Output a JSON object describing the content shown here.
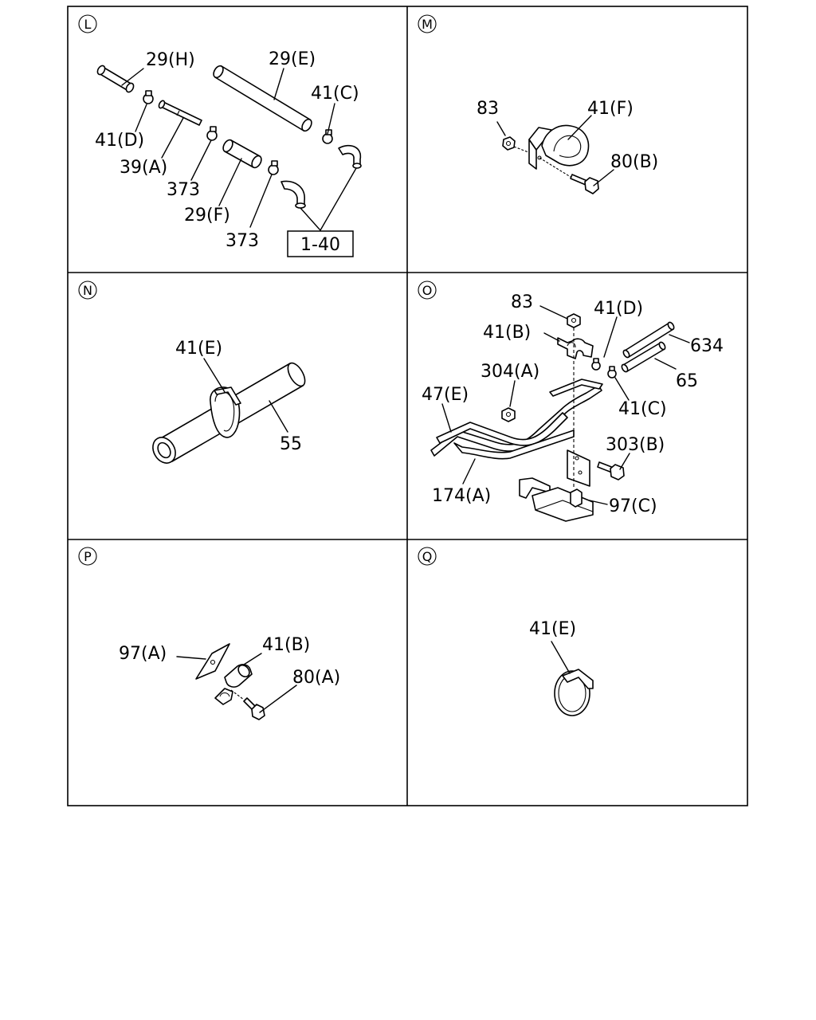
{
  "panels": [
    {
      "letter": "L",
      "labels": [
        "29(H)",
        "29(E)",
        "41(C)",
        "41(D)",
        "39(A)",
        "373",
        "29(F)",
        "373"
      ],
      "ref_box": "1-40"
    },
    {
      "letter": "M",
      "labels": [
        "83",
        "41(F)",
        "80(B)"
      ]
    },
    {
      "letter": "N",
      "labels": [
        "41(E)",
        "55"
      ]
    },
    {
      "letter": "O",
      "labels": [
        "83",
        "41(D)",
        "41(B)",
        "634",
        "304(A)",
        "65",
        "47(E)",
        "41(C)",
        "303(B)",
        "174(A)",
        "97(C)"
      ]
    },
    {
      "letter": "P",
      "labels": [
        "97(A)",
        "41(B)",
        "80(A)"
      ]
    },
    {
      "letter": "Q",
      "labels": [
        "41(E)"
      ]
    }
  ]
}
